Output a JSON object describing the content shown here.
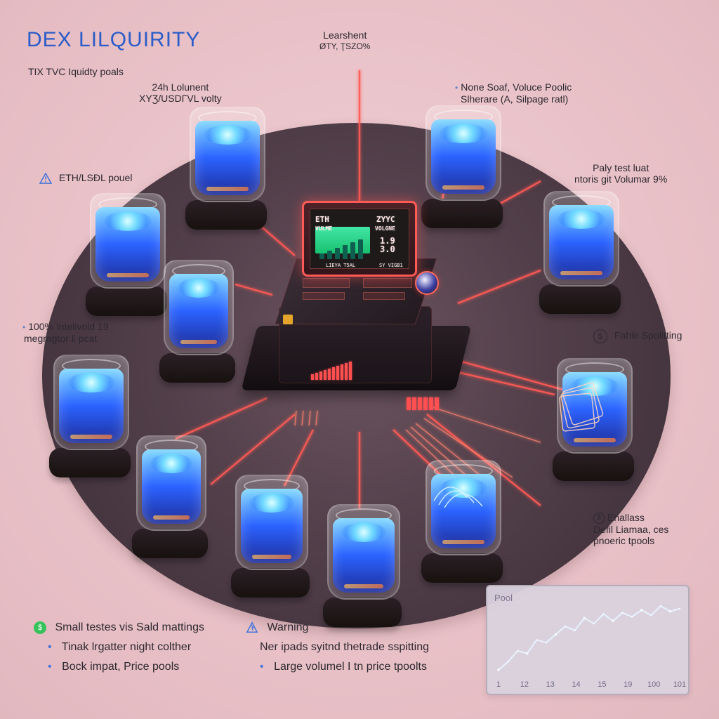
{
  "title": "DEX LILQUIRITY",
  "labels": {
    "top_center_1": "Learshent",
    "top_center_2": "ØTY, ŢSZO%",
    "left_1": "TIX TVC Iquidty poals",
    "left_2_a": "24h Lolunent",
    "left_2_b": "XYƷ/USDΓVL volty",
    "left_3": "ETH/LSÐL pouel",
    "left_4_a": "100% Intelivold 19",
    "left_4_b": "megragtor li pcat",
    "right_1_a": "None Soaf, Voluce Poolic",
    "right_1_b": "Slherare (A, Silpage ratl)",
    "right_2_a": "Paly test luat",
    "right_2_b": "ntoris git Volumar 9%",
    "right_3": "Fahle Spolitting",
    "right_4_a": "Enallass",
    "right_4_b": "Defil Liamaa, ces",
    "right_4_c": "pnoeric tpools"
  },
  "server": {
    "screen_left": "ETH",
    "screen_right": "ZYYC",
    "sub_left": "VULME",
    "sub_right": "VOLGNE",
    "val_1": "1.9",
    "val_2": "3.0",
    "small_left": "LIEYA T5AL",
    "small_right": "SY VIGB1"
  },
  "bottom_left": {
    "heading": "Small testes vis Sald mattings",
    "item_1": "Tinak lrgatter night colther",
    "item_2": "Bock impat, Price pools"
  },
  "bottom_middle": {
    "heading": "Warning",
    "item_1": "Ner ipads syitnd thetrade sspitting",
    "item_2": "Large volumel I tn price tpoolts"
  },
  "chart_data": {
    "type": "line",
    "title": "Pool",
    "x": [
      "1",
      "12",
      "13",
      "14",
      "15",
      "19",
      "100",
      "101"
    ],
    "series": [
      {
        "values": [
          8,
          14,
          22,
          20,
          30,
          28,
          34,
          40,
          37,
          46,
          42,
          49,
          44,
          50,
          47,
          52,
          48,
          55,
          51,
          53
        ]
      }
    ]
  },
  "colors": {
    "background": "#e9c4c9",
    "title": "#2b5cc8",
    "laser": "#ff5a55",
    "pool_blue": "#2b63ff",
    "pool_glow": "#72dbff",
    "platform": "#523f4a",
    "chart_line": "#e7f2ff"
  },
  "icons": {
    "warning": "warning-icon",
    "dollar": "dollar-icon",
    "info": "info-icon",
    "shield": "shield-icon"
  }
}
